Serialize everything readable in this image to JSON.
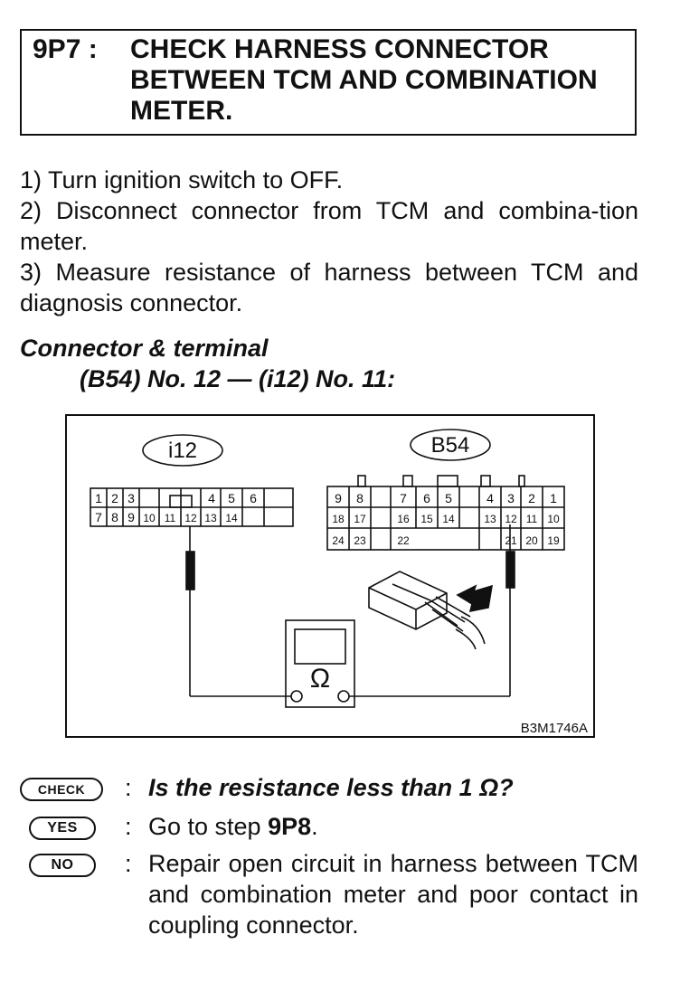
{
  "header": {
    "step": "9P7 :",
    "title": "CHECK HARNESS CONNECTOR BETWEEN TCM AND COMBINATION METER."
  },
  "steps": [
    "1)  Turn ignition switch to OFF.",
    "2)  Disconnect connector from TCM and combina-tion meter.",
    "3)  Measure resistance of harness between TCM and diagnosis connector."
  ],
  "connector": {
    "heading": "Connector & terminal",
    "terminals": "(B54) No. 12 — (i12) No. 11:"
  },
  "diagram": {
    "left_label": "i12",
    "right_label": "B54",
    "left_row1": [
      "1",
      "2",
      "3",
      "",
      "4",
      "5",
      "6"
    ],
    "left_row2": [
      "7",
      "8",
      "9",
      "10",
      "11",
      "12",
      "13",
      "14"
    ],
    "right_row1": [
      "9",
      "8",
      "7",
      "6",
      "5",
      "4",
      "3",
      "2",
      "1"
    ],
    "right_row2": [
      "18",
      "17",
      "16",
      "15",
      "14",
      "13",
      "12",
      "11",
      "10"
    ],
    "right_row3": [
      "24",
      "23",
      "22",
      "21",
      "20",
      "19"
    ],
    "meter_symbol": "Ω",
    "figure_code": "B3M1746A"
  },
  "results": {
    "check": {
      "badge": "CHECK",
      "colon": ":",
      "text": "Is the resistance less than 1 Ω?"
    },
    "yes": {
      "badge": "YES",
      "colon": ":",
      "text_prefix": "Go to step ",
      "text_bold": "9P8",
      "text_suffix": "."
    },
    "no": {
      "badge": "NO",
      "colon": ":",
      "text": "Repair open circuit in harness between TCM and combination meter and poor contact in coupling connector."
    }
  }
}
